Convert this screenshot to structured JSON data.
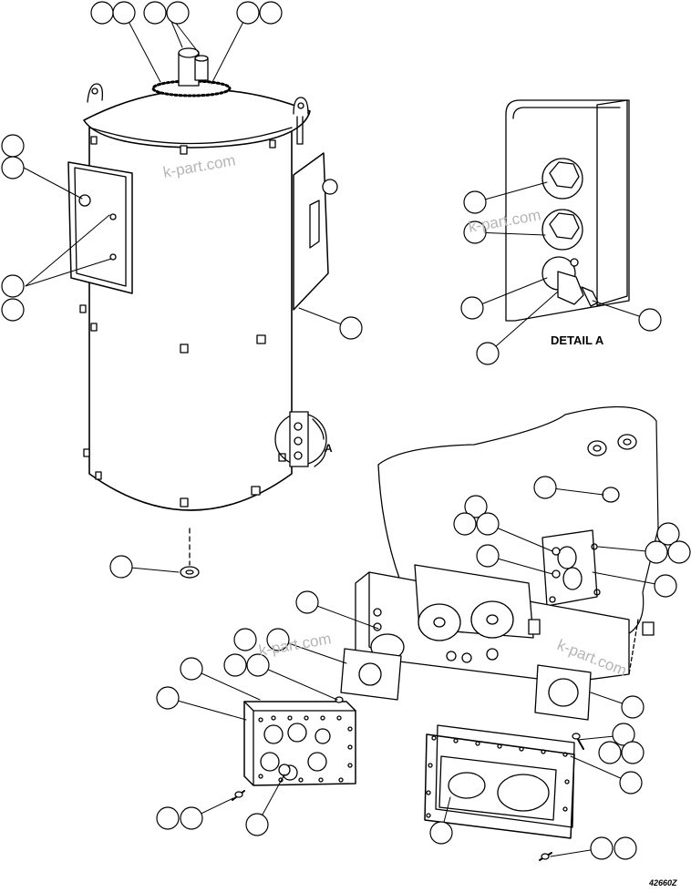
{
  "detail_label": "DETAIL A",
  "detail_marker": "A",
  "watermark": "k-part.com",
  "drawing_number": "42660Z",
  "callout_count": 46
}
